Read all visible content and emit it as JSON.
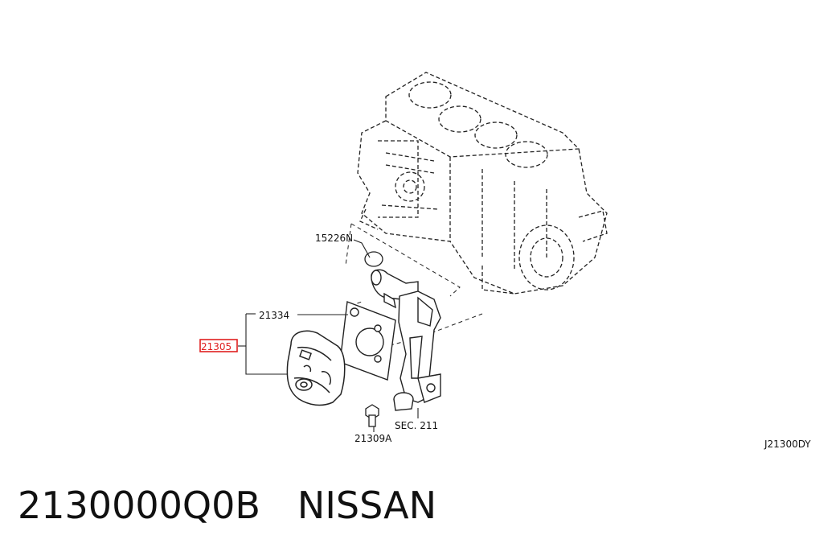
{
  "diagram": {
    "labels": {
      "part_15226n": "15226N",
      "part_21334": "21334",
      "part_21305": "21305",
      "part_sec211": "SEC. 211",
      "part_21309a": "21309A",
      "diagram_code": "J21300DY"
    },
    "highlight_color": "#e02020"
  },
  "footer": {
    "part_number": "2130000Q0B",
    "brand": "NISSAN"
  }
}
